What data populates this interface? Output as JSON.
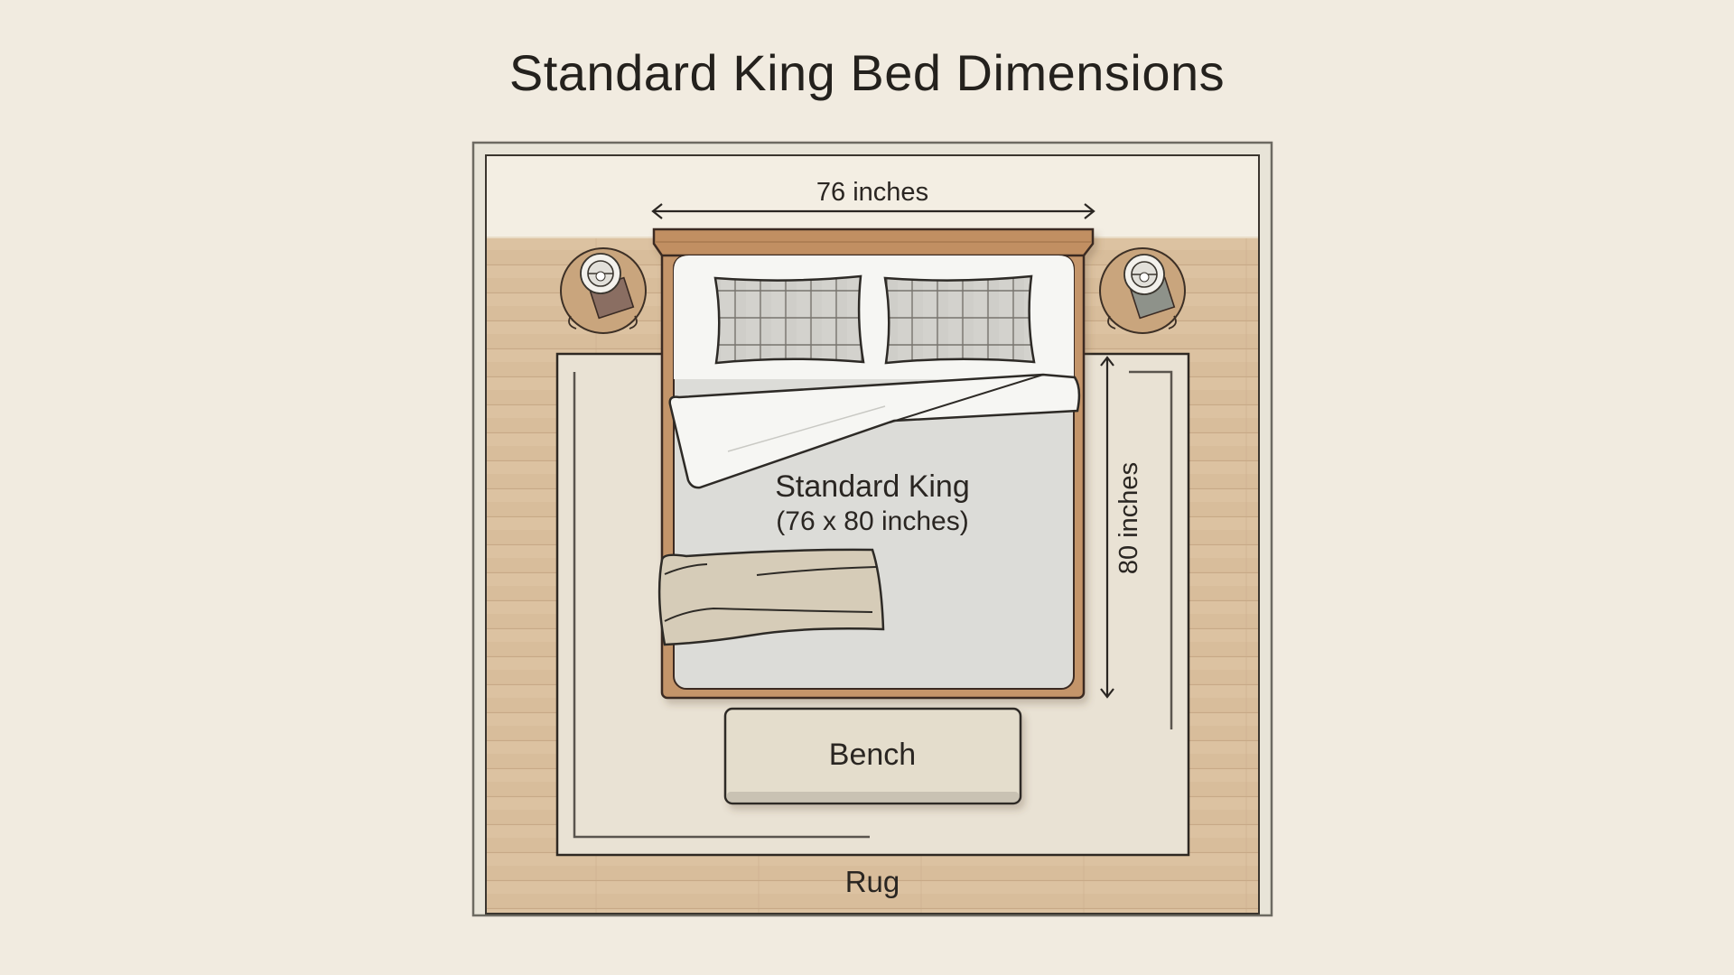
{
  "title": "Standard King Bed Dimensions",
  "labels": {
    "width_dimension": "76 inches",
    "length_dimension": "80 inches",
    "bed_name": "Standard King",
    "bed_size": "(76 x 80 inches)",
    "bench": "Bench",
    "rug": "Rug"
  },
  "elements": {
    "bed": {
      "type": "Standard King",
      "width_in": 76,
      "length_in": 80
    },
    "pillows": 2,
    "nightstands": [
      {
        "side": "left",
        "items": [
          "lamp",
          "book"
        ]
      },
      {
        "side": "right",
        "items": [
          "lamp",
          "book"
        ]
      }
    ],
    "bench": "Bench",
    "rug": "Rug"
  },
  "colors": {
    "background": "#f1ebe0",
    "wall_area": "#f3eee3",
    "floor_wood": "#d8bd9b",
    "rug": "#e9e2d4",
    "bed_frame": "#c4956a",
    "mattress": "#dcdcd8",
    "sheet": "#f6f6f3",
    "throw": "#d6ccb8",
    "bench": "#e4ddcc",
    "outline": "#2e2822"
  }
}
